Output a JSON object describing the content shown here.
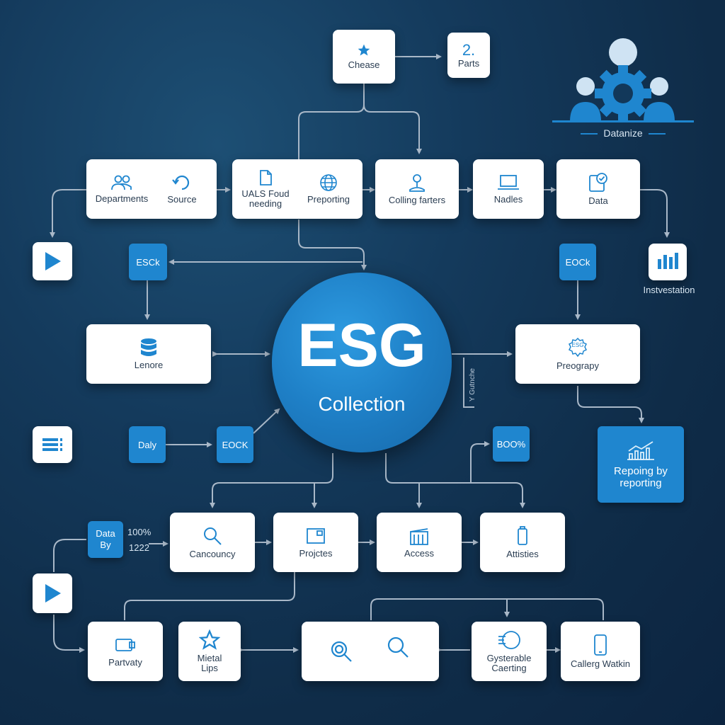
{
  "top": {
    "choose_label": "Chease",
    "parts_num": "2.",
    "parts_label": "Parts",
    "datanize_label": "Datanize"
  },
  "row1": {
    "departments": "Departments",
    "source": "Source",
    "uals_line1": "UALS Foud",
    "uals_line2": "needing",
    "preporting": "Preporting",
    "colling": "Colling farters",
    "nadles": "Nadles",
    "data": "Data"
  },
  "middle": {
    "esck": "ESCk",
    "eock_right": "EOCk",
    "instvestation": "Instvestation",
    "lenore": "Lenore",
    "esg_title": "ESG",
    "esg_subtitle": "Collection",
    "side_text": "Y Gutnche",
    "progrophy_badge": "ESG",
    "progrophy": "Preograpy",
    "daly": "Daly",
    "eock_lower": "EOCK",
    "book": "BOO%",
    "reporting_line1": "Repoing by",
    "reporting_line2": "reporting"
  },
  "row3": {
    "data_by_line1": "Data",
    "data_by_line2": "By",
    "stat1": "100%",
    "stat2": "1222",
    "cancouncy": "Cancouncy",
    "projctes": "Projctes",
    "access": "Access",
    "attisties": "Attisties"
  },
  "row4": {
    "partvaty": "Partvaty",
    "mietal_line1": "Mietal",
    "mietal_line2": "Lips",
    "gysterable_line1": "Gysterable",
    "gysterable_line2": "Caerting",
    "calling_watkin": "Callerg Watkin"
  },
  "colors": {
    "accent": "#1f86cf",
    "background": "#12385a",
    "node": "#ffffff",
    "wire": "#a9b8c8"
  }
}
